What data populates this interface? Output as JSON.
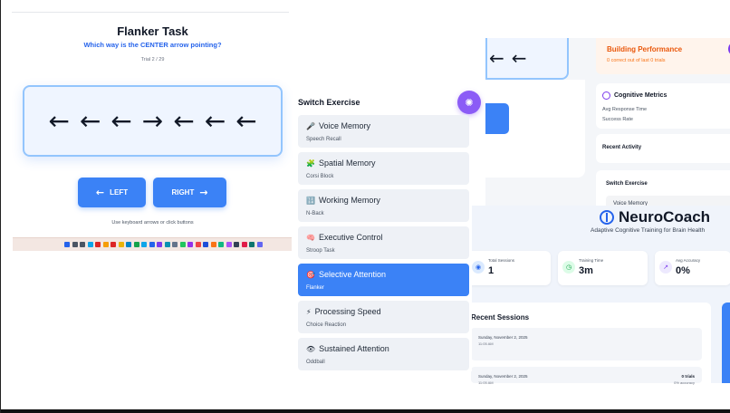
{
  "flanker": {
    "title": "Flanker Task",
    "question": "Which way is the CENTER arrow pointing?",
    "trial": "Trial 2 / 29",
    "arrows": [
      "←",
      "←",
      "←",
      "→",
      "←",
      "←",
      "←"
    ],
    "left_label": "LEFT",
    "right_label": "RIGHT",
    "hint": "Use keyboard arrows or click buttons"
  },
  "dashboard": {
    "arrows": [
      "←",
      "←"
    ],
    "performance_title": "Building Performance",
    "performance_sub": "0 correct out of last 0 trials",
    "metrics_title": "Cognitive Metrics",
    "metric_1": "Avg Response Time",
    "metric_2": "Success Rate",
    "recent_activity": "Recent Activity",
    "switch_title": "Switch Exercise",
    "switch_first": "Voice Memory"
  },
  "neurocoach": {
    "brand": "NeuroCoach",
    "tagline": "Adaptive Cognitive Training for Brain Health",
    "stats": [
      {
        "label": "Total Sessions",
        "value": "1"
      },
      {
        "label": "Training Time",
        "value": "3m"
      },
      {
        "label": "Avg Accuracy",
        "value": "0%"
      }
    ],
    "recent_title": "Recent Sessions",
    "sessions": [
      {
        "date": "Sunday, November 2, 2025",
        "time": "11:05 AM",
        "trials": "",
        "accuracy": ""
      },
      {
        "date": "Sunday, November 2, 2025",
        "time": "11:05 AM",
        "trials": "0 trials",
        "accuracy": "0% accuracy"
      }
    ]
  },
  "switcher": {
    "title": "Switch Exercise",
    "exercises": [
      {
        "name": "Voice Memory",
        "sub": "Speech Recall",
        "icon": "🎤",
        "active": false
      },
      {
        "name": "Spatial Memory",
        "sub": "Corsi Block",
        "icon": "🧩",
        "active": false
      },
      {
        "name": "Working Memory",
        "sub": "N-Back",
        "icon": "🔢",
        "active": false
      },
      {
        "name": "Executive Control",
        "sub": "Stroop Task",
        "icon": "🧠",
        "active": false
      },
      {
        "name": "Selective Attention",
        "sub": "Flanker",
        "icon": "🎯",
        "active": true
      },
      {
        "name": "Processing Speed",
        "sub": "Choice Reaction",
        "icon": "⚡",
        "active": false
      },
      {
        "name": "Sustained Attention",
        "sub": "Oddball",
        "icon": "👁",
        "active": false
      }
    ]
  },
  "colors": {
    "accent": "#3b82f6",
    "purple": "#8b5cf6",
    "orange": "#ea580c"
  },
  "taskbar_icons": [
    "windows-icon",
    "search-icon",
    "task-view-icon",
    "file-explorer-icon",
    "store-icon",
    "app-icon",
    "app-icon",
    "folder-icon",
    "edge-icon",
    "chrome-icon",
    "app-icon",
    "vscode-icon",
    "app-icon",
    "app-icon",
    "app-icon",
    "app-icon",
    "app-icon",
    "app-icon",
    "app-icon",
    "app-icon",
    "app-icon",
    "app-icon",
    "app-icon",
    "app-icon",
    "app-icon",
    "app-icon"
  ]
}
